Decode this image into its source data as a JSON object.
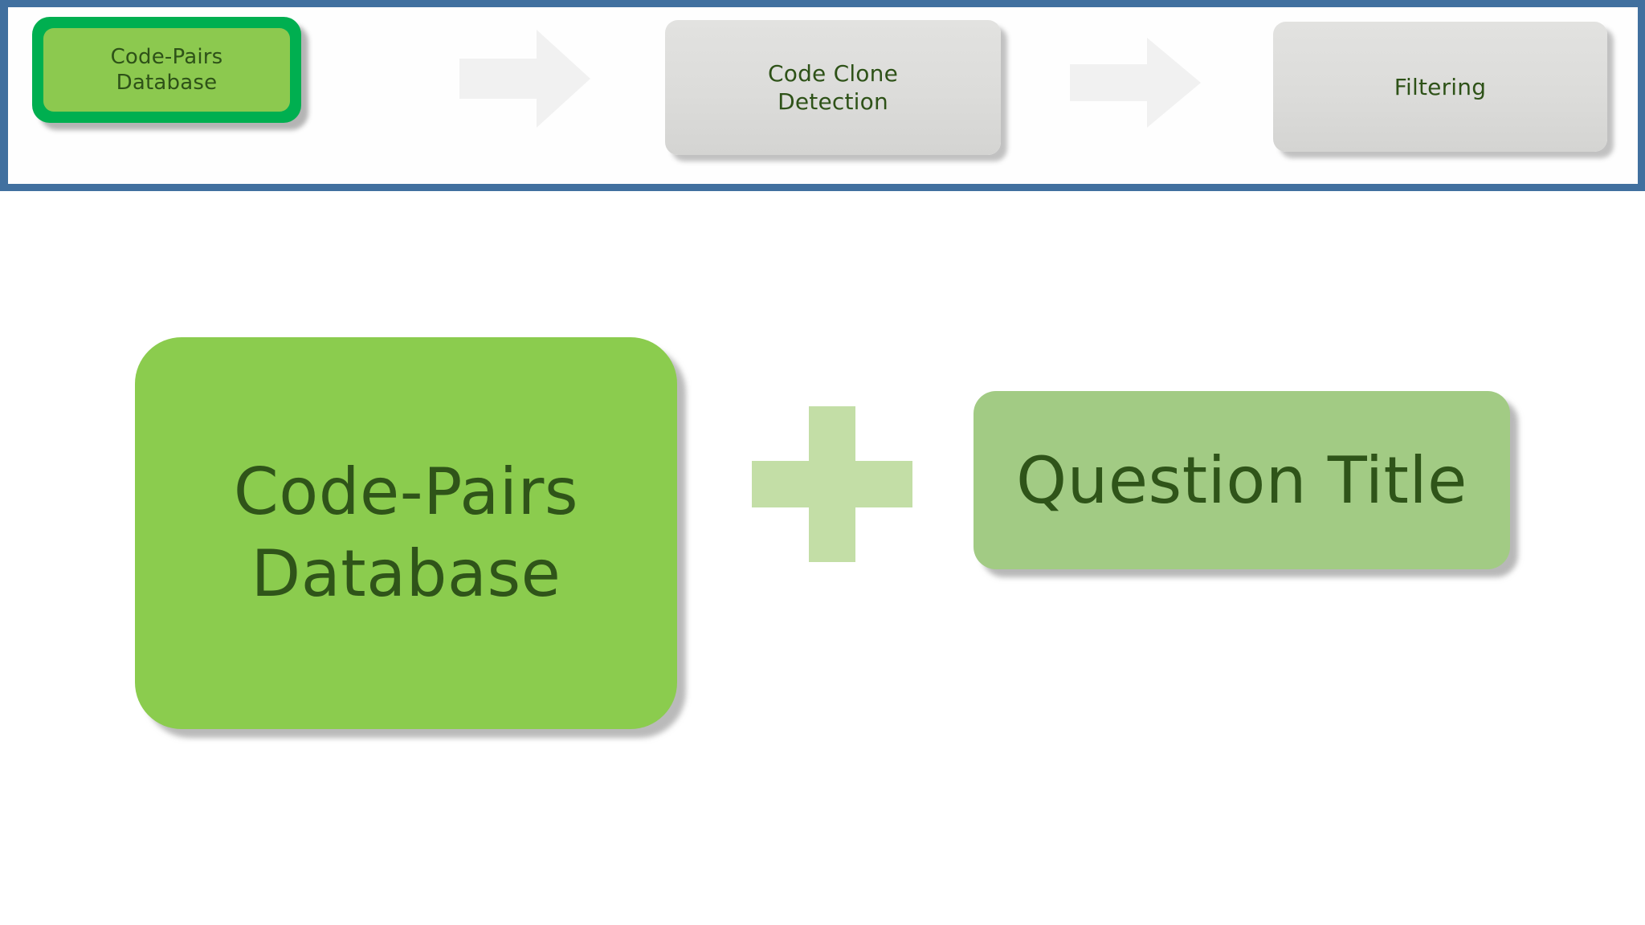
{
  "banner": {
    "border_color": "#41709F",
    "background_color": "#FEFEFE",
    "steps": [
      {
        "id": "code-pairs-database",
        "label": "Code-Pairs\nDatabase",
        "state": "highlighted",
        "fill_color": "#8CC94F",
        "ring_color": "#00AF50",
        "text_color": "#2E5218"
      },
      {
        "id": "code-clone-detection",
        "label": "Code Clone\nDetection",
        "state": "normal",
        "fill_color": "#DCDCDA",
        "text_color": "#2E5218"
      },
      {
        "id": "filtering",
        "label": "Filtering",
        "state": "normal",
        "fill_color": "#DCDCDA",
        "text_color": "#2E5218"
      }
    ],
    "connectors": [
      {
        "id": "arrow-1",
        "icon": "arrow-right-icon",
        "color": "#F1F1F1"
      },
      {
        "id": "arrow-2",
        "icon": "arrow-right-icon",
        "color": "#F1F1F1"
      }
    ]
  },
  "main": {
    "background_color": "#FFFFFF",
    "inputs": [
      {
        "id": "code-pairs-database-card",
        "label": "Code-Pairs\nDatabase",
        "fill_color": "#8BCC4E",
        "text_color": "#2F5419"
      },
      {
        "id": "question-title-card",
        "label": "Question Title",
        "fill_color": "#A2CB84",
        "text_color": "#2F5419"
      }
    ],
    "operator": {
      "id": "plus-operator",
      "icon": "plus-icon",
      "symbol": "+",
      "color": "#C3DEA6"
    }
  }
}
